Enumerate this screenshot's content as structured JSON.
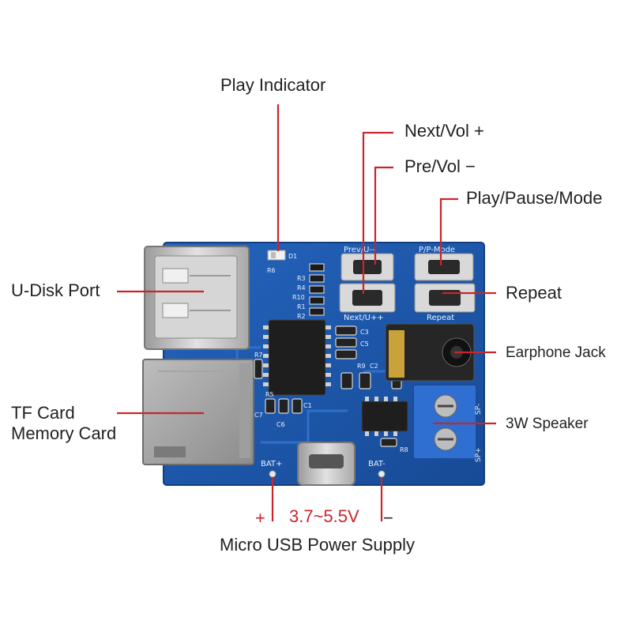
{
  "labels": {
    "play_indicator": "Play Indicator",
    "next_vol_up": "Next/Vol +",
    "pre_vol_down": "Pre/Vol −",
    "play_pause_mode": "Play/Pause/Mode",
    "u_disk_port": "U-Disk Port",
    "repeat": "Repeat",
    "earphone_jack": "Earphone Jack",
    "tf_card_line1": "TF Card",
    "tf_card_line2": "Memory Card",
    "speaker_3w": "3W Speaker",
    "plus": "+",
    "voltage": "3.7~5.5V",
    "minus": "−",
    "micro_usb_power": "Micro USB Power Supply"
  },
  "board_silk": {
    "prev": "Prev/U--",
    "pmode": "P/P-Mode",
    "next": "Next/U++",
    "repeat": "Repeat",
    "bat_plus": "BAT+",
    "bat_minus": "BAT-",
    "sp_minus": "SP-",
    "sp_plus": "SP+",
    "d1": "D1",
    "r6": "R6",
    "r3": "R3",
    "r4": "R4",
    "r10": "R10",
    "r1": "R1",
    "r2": "R2",
    "c3": "C3",
    "c5": "C5",
    "c1": "C1",
    "r7": "R7",
    "r5": "R5",
    "r9": "R9",
    "c2": "C2",
    "c6": "C6",
    "c7": "C7",
    "r8": "R8"
  },
  "colors": {
    "pcb": "#1c56a8",
    "leader_line": "#c8262b",
    "terminal_block": "#2f6fd1",
    "metal": "#c8c8c8"
  }
}
